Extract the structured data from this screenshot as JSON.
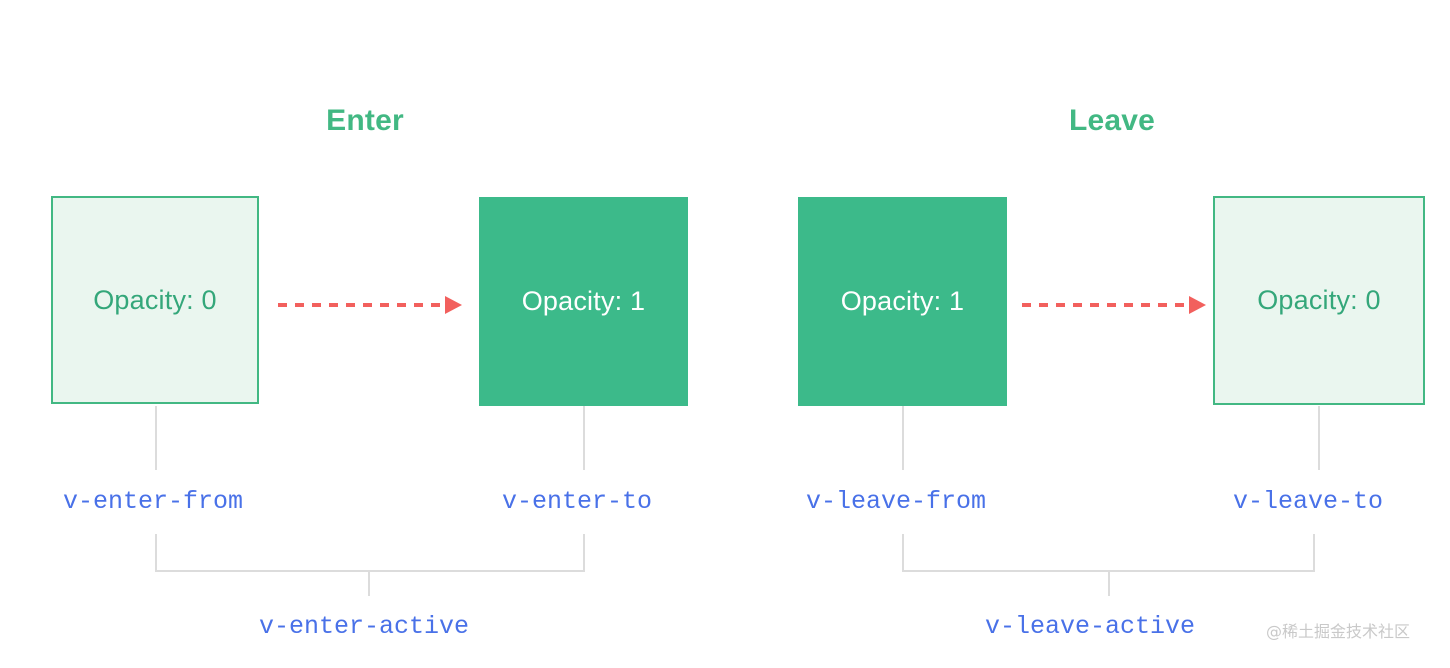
{
  "diagram": {
    "title_enter": "Enter",
    "title_leave": "Leave",
    "colors": {
      "accent_green": "#42b883",
      "solid_green": "#3cba8a",
      "box_fill_light": "#eaf6ef",
      "arrow_red": "#f2605d",
      "label_blue": "#4971e8",
      "connector_grey": "#dcdcdc",
      "background": "#ffffff"
    }
  },
  "enter_section": {
    "heading": "Enter",
    "boxes": [
      {
        "text": "Opacity: 0",
        "style": "hollow"
      },
      {
        "text": "Opacity: 1",
        "style": "solid"
      }
    ],
    "labels": {
      "from": "v-enter-from",
      "to": "v-enter-to",
      "active": "v-enter-active"
    }
  },
  "leave_section": {
    "heading": "Leave",
    "boxes": [
      {
        "text": "Opacity: 1",
        "style": "solid"
      },
      {
        "text": "Opacity: 0",
        "style": "hollow"
      }
    ],
    "labels": {
      "from": "v-leave-from",
      "to": "v-leave-to",
      "active": "v-leave-active"
    }
  },
  "watermark": {
    "text": "@稀土掘金技术社区"
  }
}
